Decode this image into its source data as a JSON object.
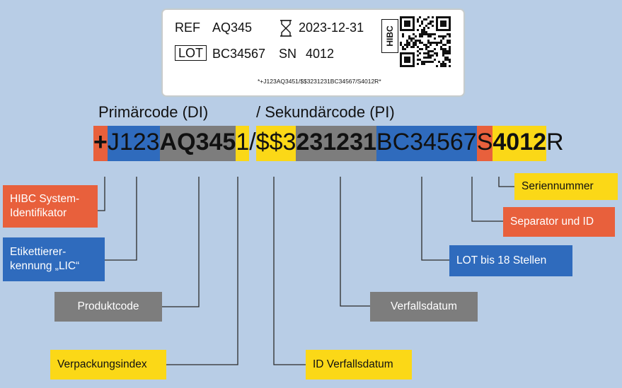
{
  "label": {
    "ref_text": "REF",
    "ref_value": "AQ345",
    "date_value": "2023-12-31",
    "lot_text": "LOT",
    "lot_value": "BC34567",
    "sn_text": "SN",
    "sn_value": "4012",
    "barcode_text": "*+J123AQ3451/$$3231231BC34567/S4012R*",
    "hibc_text": "HIBC"
  },
  "headings": {
    "primary": "Primärcode (DI)",
    "secondary": "/ Sekundärcode (PI)"
  },
  "code_segments": [
    {
      "text": "+",
      "bold": true,
      "color": "orange"
    },
    {
      "text": "J123",
      "bold": false,
      "color": "blue"
    },
    {
      "text": "AQ345",
      "bold": true,
      "color": "gray"
    },
    {
      "text": "1",
      "bold": false,
      "color": "yellow"
    },
    {
      "text": " /",
      "bold": false,
      "color": "none"
    },
    {
      "text": "$$3",
      "bold": false,
      "color": "yellow"
    },
    {
      "text": "231231",
      "bold": true,
      "color": "gray"
    },
    {
      "text": "BC34567",
      "bold": false,
      "color": "blue"
    },
    {
      "text": "S",
      "bold": false,
      "color": "orange"
    },
    {
      "text": "4012",
      "bold": true,
      "color": "yellow"
    },
    {
      "text": "R",
      "bold": false,
      "color": "none"
    }
  ],
  "callouts": {
    "hibc_system": "HIBC System-\nIdentifikator",
    "labeler": "Etikettierer-\nkennung „LIC“",
    "product_code": "Produktcode",
    "packaging_index": "Verpackungsindex",
    "id_expiry": "ID Verfallsdatum",
    "expiry_date": "Verfallsdatum",
    "lot": "LOT bis 18 Stellen",
    "separator": "Separator und ID",
    "serial": "Seriennummer"
  },
  "colors": {
    "background": "#b8cde6",
    "orange": "#e8603c",
    "blue": "#2f6bbd",
    "gray": "#7d7d7d",
    "yellow": "#fbd817"
  }
}
